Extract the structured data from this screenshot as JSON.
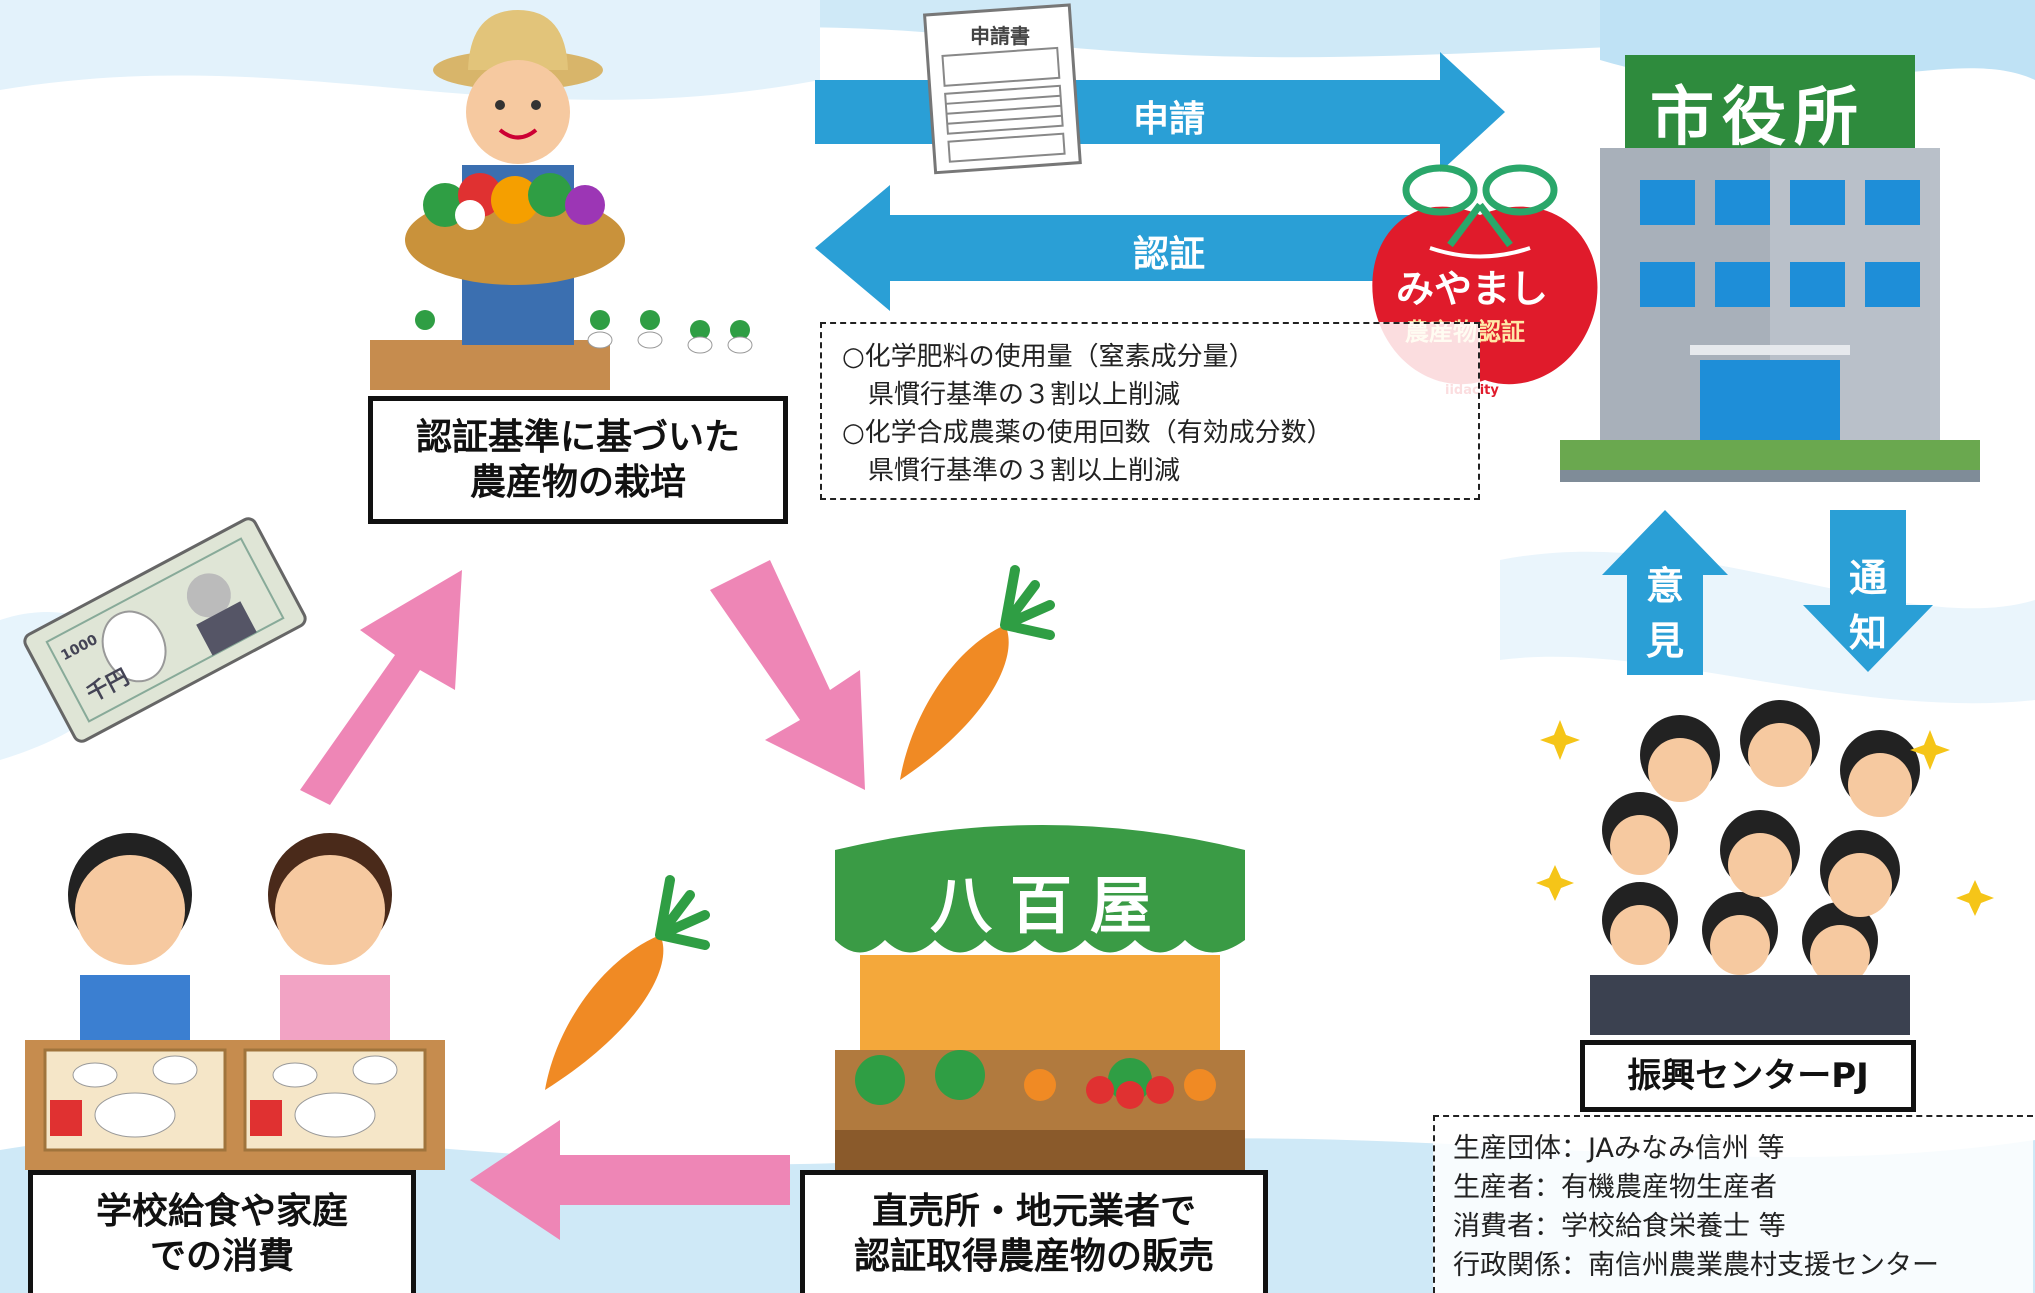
{
  "flow": {
    "apply_label": "申請",
    "certify_label": "認証",
    "opinion_label": [
      "意",
      "見"
    ],
    "notify_label": [
      "通",
      "知"
    ]
  },
  "form_title": "申請書",
  "city_hall_sign": "市役所",
  "certification_badge": {
    "line1": "みやまし",
    "line2": "農産物認証",
    "maker": "iidacity"
  },
  "criteria": [
    "○化学肥料の使用量（窒素成分量）",
    "　県慣行基準の３割以上削減",
    "○化学合成農薬の使用回数（有効成分数）",
    "　県慣行基準の３割以上削減"
  ],
  "farmer_box": [
    "認証基準に基づいた",
    "農産物の栽培"
  ],
  "shop_sign": "八百屋",
  "shop_box": [
    "直売所・地元業者で",
    "認証取得農産物の販売"
  ],
  "consumer_box": [
    "学校給食や家庭",
    "での消費"
  ],
  "banknote_text": "千円",
  "banknote_number": "1000",
  "project_box": "振興センターPJ",
  "members": [
    "生産団体：JAみなみ信州 等",
    "生産者：有機農産物生産者",
    "消費者：学校給食栄養士 等",
    "行政関係：南信州農業農村支援センター"
  ],
  "colors": {
    "arrow_blue": "#2a9fd6",
    "arrow_pink": "#ee86b6",
    "badge_red": "#e01b2b",
    "sign_green": "#2e8b3d",
    "sky": "#cfe9f7"
  }
}
